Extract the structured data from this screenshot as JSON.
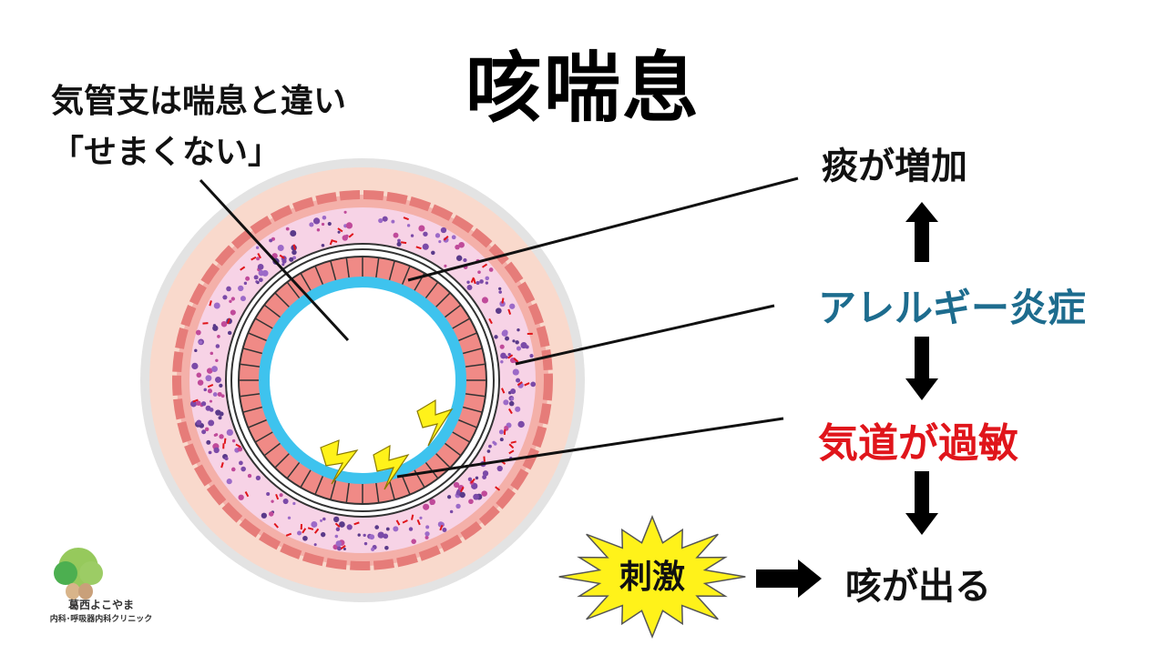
{
  "title": "咳喘息",
  "note": {
    "line1": "気管支は喘息と違い",
    "line2": "「せまくない」"
  },
  "flow": {
    "phlegm": "痰が増加",
    "allergy": "アレルギー炎症",
    "hypersensitive": "気道が過敏",
    "stimulus": "刺激",
    "cough": "咳が出る"
  },
  "logo": {
    "name": "葛西よこやま",
    "subtitle": "内科･呼吸器内科クリニック"
  },
  "colors": {
    "allergy": "#1d6c8e",
    "hypersensitive": "#e0151b",
    "epithelium": "#f08a86",
    "mucus": "#3ec3ee",
    "burst": "#fff21a"
  }
}
